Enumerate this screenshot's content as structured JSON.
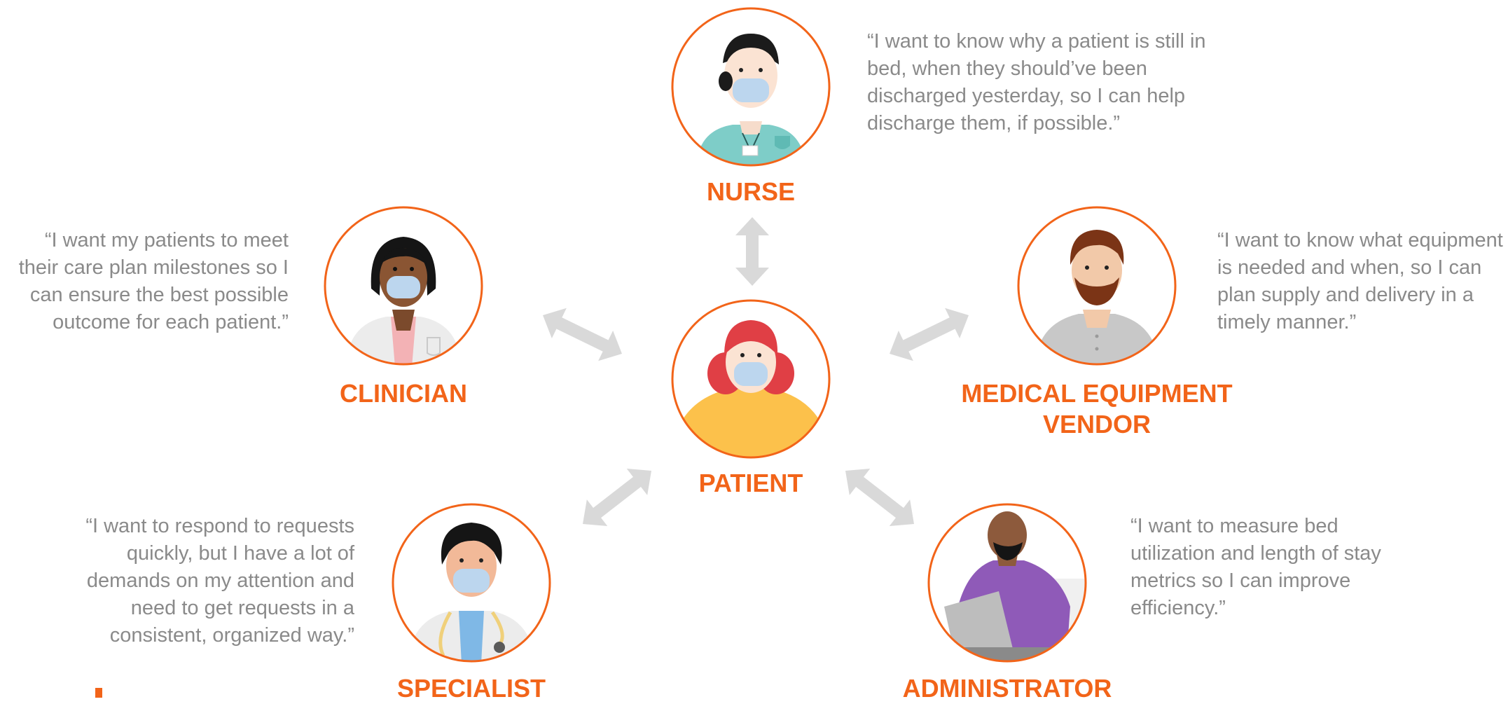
{
  "colors": {
    "accent": "#f26419",
    "quote_text": "#8a8a8a",
    "arrow": "#d9d9d9"
  },
  "personas": {
    "nurse": {
      "label": "NURSE",
      "quote": "“I want to know why a patient is still in bed, when they should’ve been discharged yesterday, so I can help discharge them, if possible.”"
    },
    "clinician": {
      "label": "CLINICIAN",
      "quote": "“I want my patients to meet their care plan milestones so I can ensure the best possible outcome for each patient.”"
    },
    "vendor": {
      "label_line1": "MEDICAL EQUIPMENT",
      "label_line2": "VENDOR",
      "quote": "“I want to know what equipment is needed and when, so I can plan supply and delivery in a timely manner.”"
    },
    "patient": {
      "label": "PATIENT"
    },
    "specialist": {
      "label": "SPECIALIST",
      "quote": "“I want to respond to requests quickly, but I have a lot of demands on my attention and need to get requests in a consistent, organized way.”"
    },
    "administrator": {
      "label": "ADMINISTRATOR",
      "quote": "“I want to measure bed utilization and length of stay metrics so I can improve efficiency.”"
    }
  }
}
